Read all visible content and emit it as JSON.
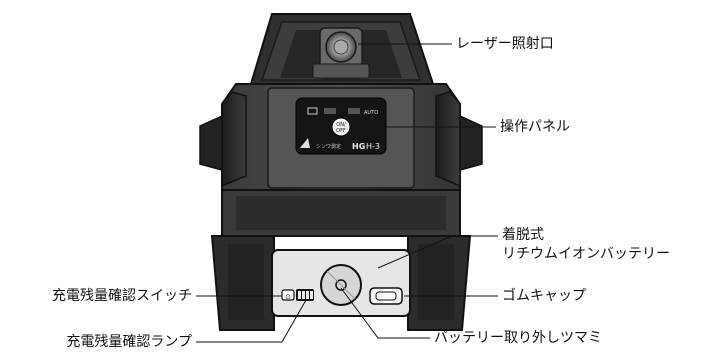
{
  "device": {
    "panel_auto_text": "AUTO",
    "panel_power_text": "ON/\nOFF",
    "panel_brand_text": "シンワ測定",
    "panel_model_bold": "HG",
    "panel_model_light": "H-3"
  },
  "callouts": {
    "laser_aperture": "レーザー照射口",
    "control_panel": "操作パネル",
    "battery_line1": "着脱式",
    "battery_line2": "リチウムイオンバッテリー",
    "rubber_cap": "ゴムキャップ",
    "charge_check_switch": "充電残量確認スイッチ",
    "charge_check_lamp": "充電残量確認ランプ",
    "battery_knob": "バッテリー取り外しツマミ"
  },
  "colors": {
    "body_dark": "#2b2b2b",
    "body_mid": "#4a4a4a",
    "body_light": "#777777",
    "panel": "#141414",
    "leader": "#111111"
  }
}
